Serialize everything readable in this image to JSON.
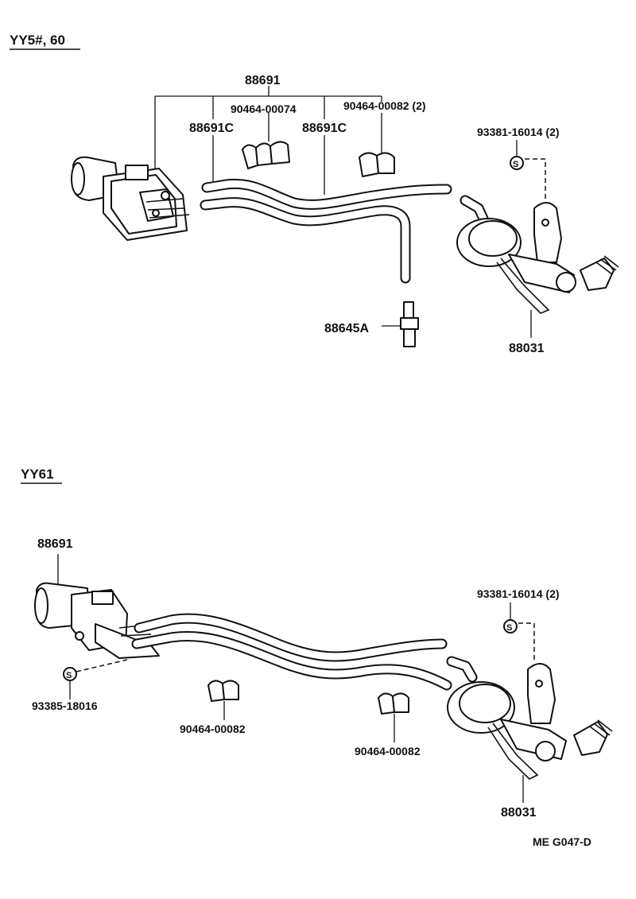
{
  "sections": {
    "top": {
      "heading": "YY5#, 60",
      "labels": {
        "vsv": "88691",
        "hose_left": "88691C",
        "hose_right": "88691C",
        "clamp_a": "90464-00074",
        "clamp_b": "90464-00082 (2)",
        "screw": "93381-16014 (2)",
        "fitting": "88645A",
        "actuator": "88031"
      }
    },
    "bottom": {
      "heading": "YY61",
      "labels": {
        "vsv": "88691",
        "vsv_screw": "93385-18016",
        "clamp_a": "90464-00082",
        "clamp_b": "90464-00082",
        "screw": "93381-16014 (2)",
        "actuator": "88031"
      }
    }
  },
  "symbols": {
    "screw_mark": "S"
  },
  "footer": {
    "code": "ME  G047-D"
  }
}
